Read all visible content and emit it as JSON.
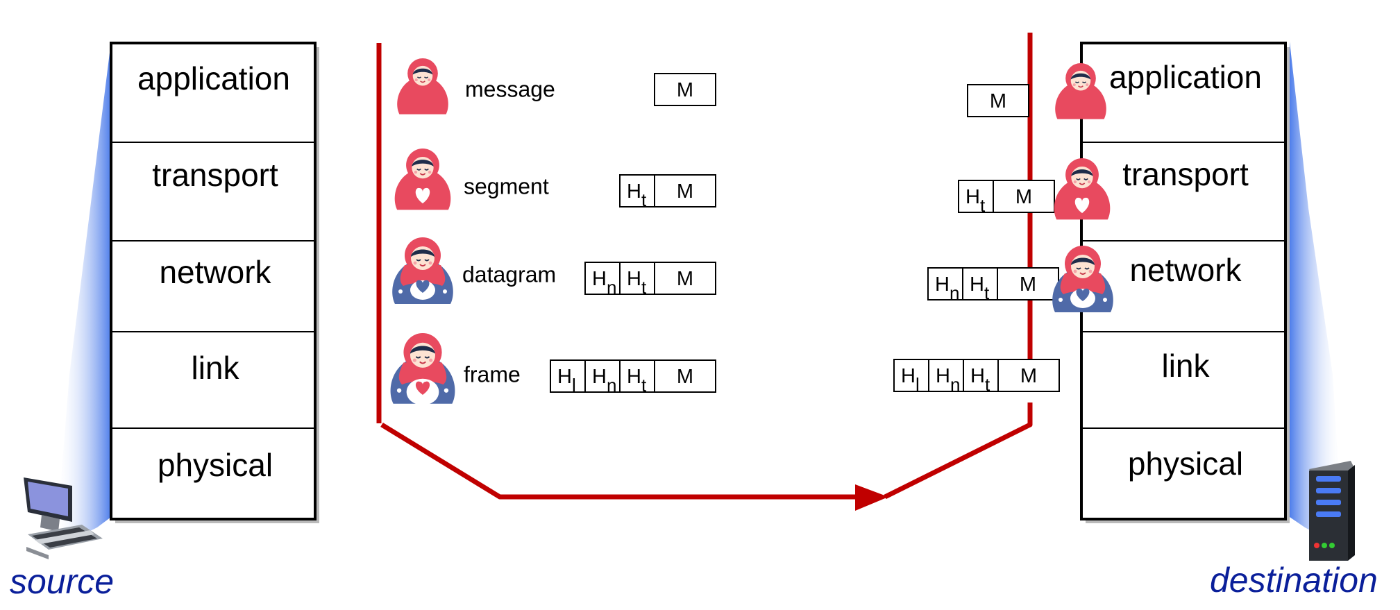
{
  "source_stack": {
    "layers": [
      "application",
      "transport",
      "network",
      "link",
      "physical"
    ],
    "host_label": "source",
    "host_icon": "desktop-computer-icon"
  },
  "destination_stack": {
    "layers": [
      "application",
      "transport",
      "network",
      "link",
      "physical"
    ],
    "host_label": "destination",
    "host_icon": "server-tower-icon"
  },
  "pdu_units": [
    {
      "name": "message",
      "headers": [],
      "payload": "M"
    },
    {
      "name": "segment",
      "headers": [
        "t"
      ],
      "payload": "M"
    },
    {
      "name": "datagram",
      "headers": [
        "n",
        "t"
      ],
      "payload": "M"
    },
    {
      "name": "frame",
      "headers": [
        "l",
        "n",
        "t"
      ],
      "payload": "M"
    }
  ],
  "header_letter": "H",
  "colors": {
    "path_red": "#c00000",
    "doll_red": "#e84a5f",
    "doll_blue": "#4f6aa8",
    "host_label_blue": "#0a1f9a",
    "shadow_blue": "#4f7fe6"
  }
}
